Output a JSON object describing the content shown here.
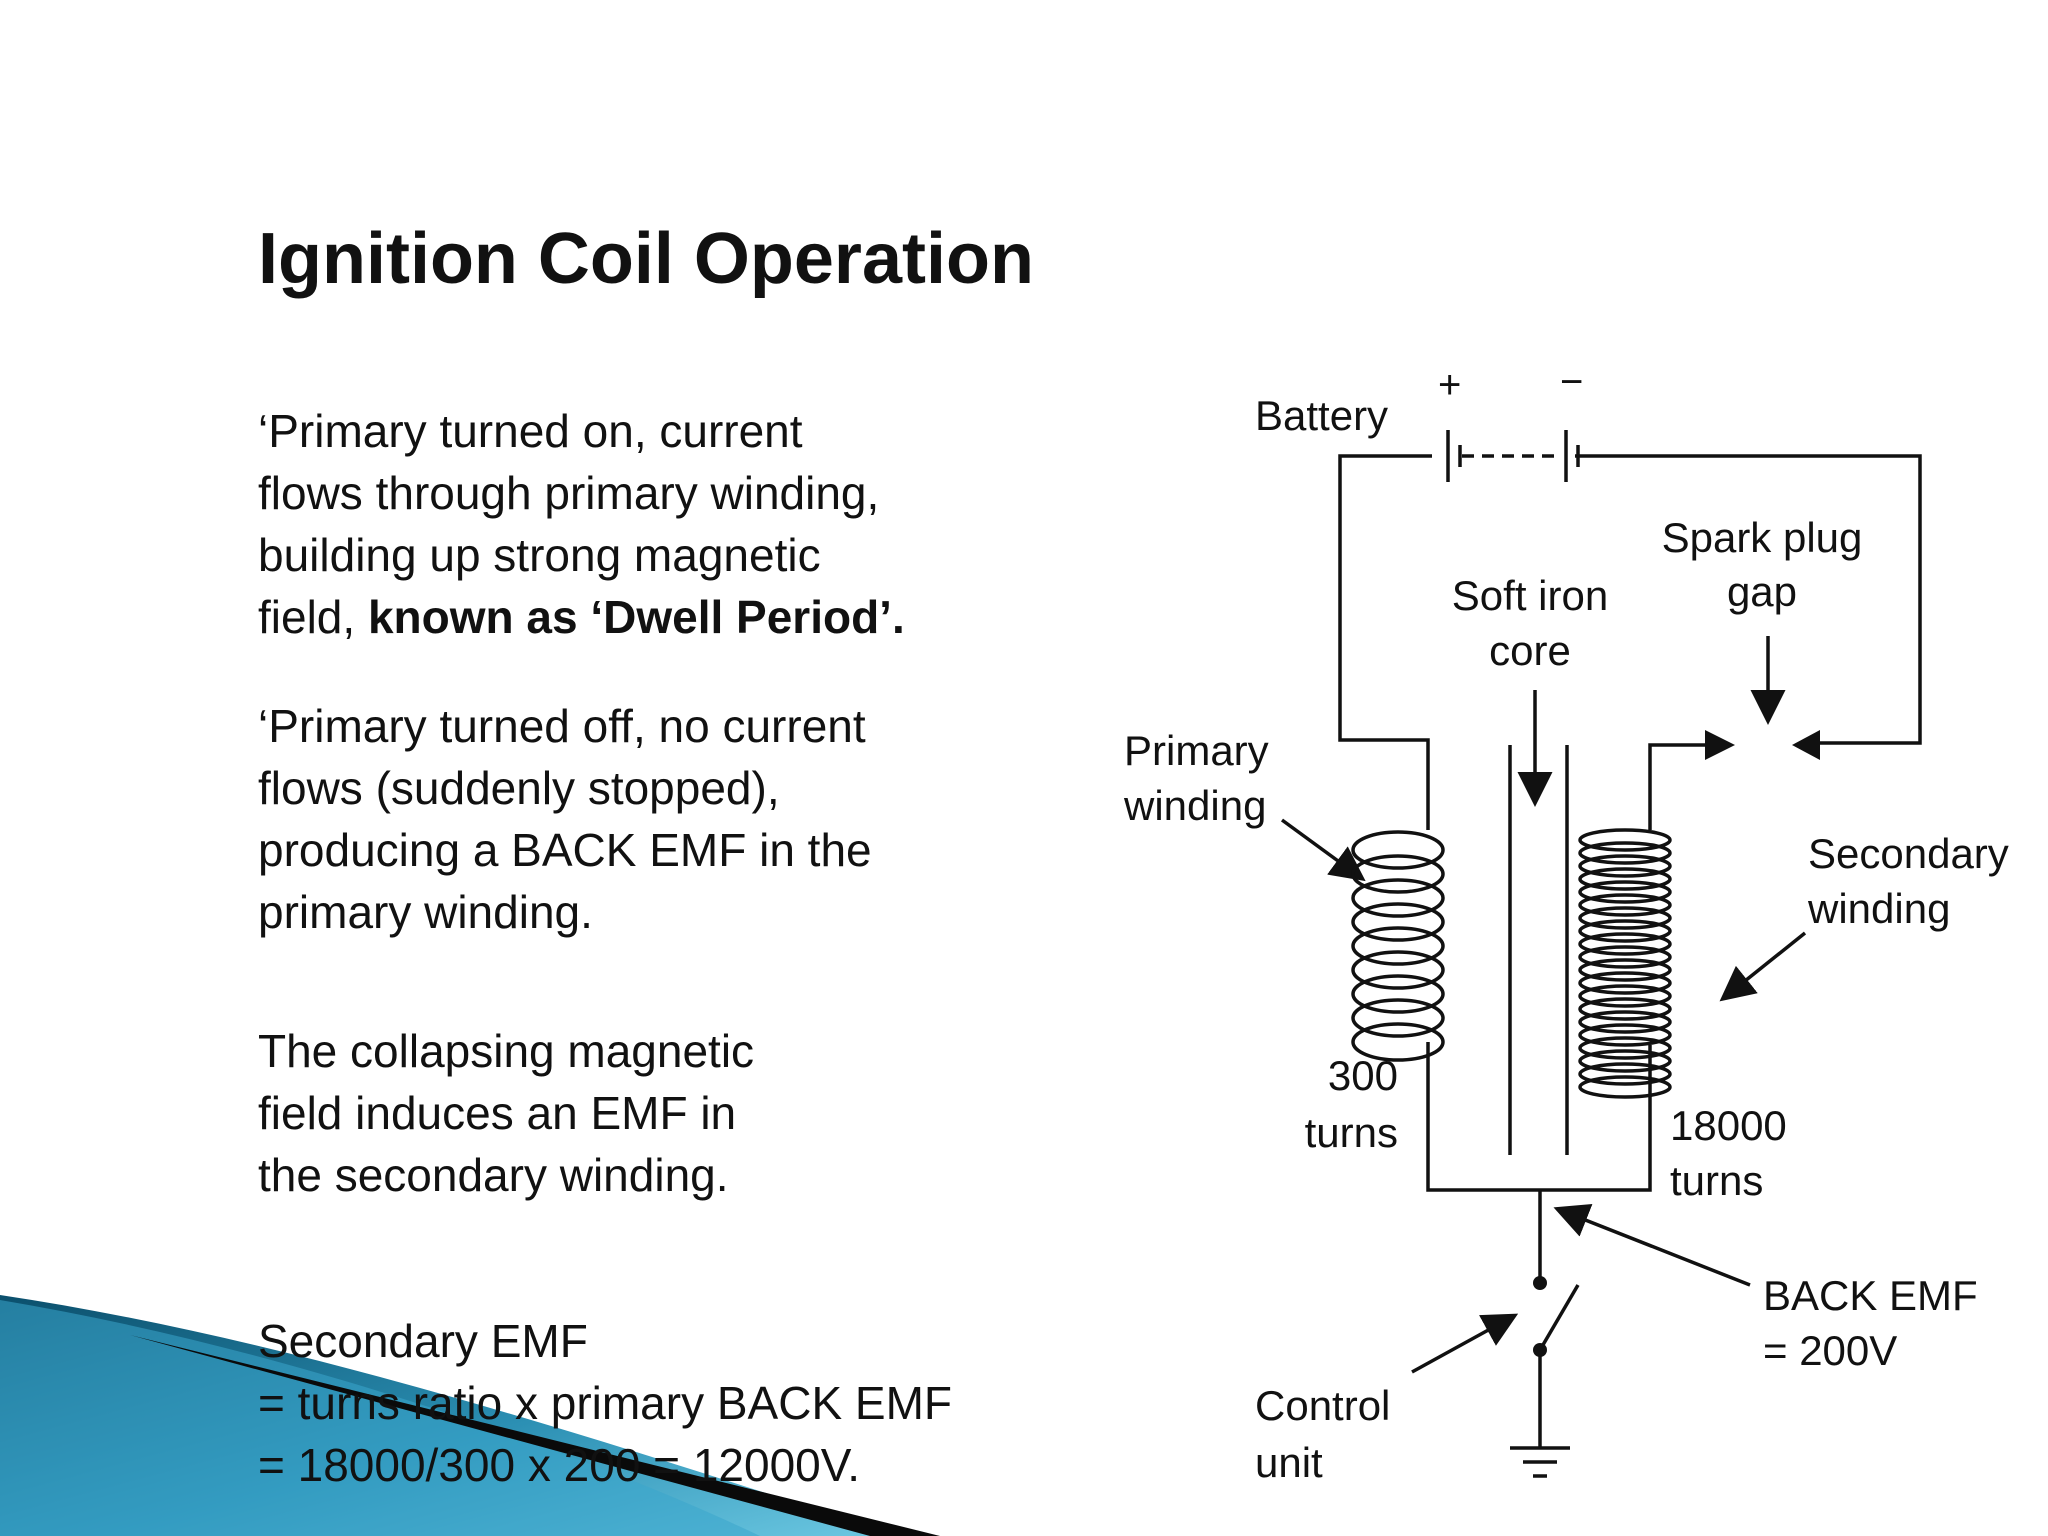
{
  "slide": {
    "title": "Ignition Coil Operation",
    "paragraphs": {
      "p1": {
        "line1": "‘Primary turned on, current",
        "line2": "flows through primary winding,",
        "line3": "building up strong magnetic",
        "line4_plain": "field, ",
        "line4_bold": "known as ‘Dwell Period’."
      },
      "p2": {
        "line1": "‘Primary turned off, no current",
        "line2": "flows (suddenly stopped),",
        "line3": "producing a BACK EMF in the",
        "line4": "primary winding."
      },
      "p3": {
        "line1": "The collapsing magnetic",
        "line2": "field induces an EMF in",
        "line3": "the secondary winding."
      },
      "p4": {
        "line1": "Secondary EMF",
        "line2": "= turns ratio x primary BACK EMF",
        "line3": "= 18000/300 x 200 = 12000V."
      }
    }
  },
  "diagram": {
    "battery": "Battery",
    "plus": "+",
    "minus": "−",
    "spark_plug_line1": "Spark plug",
    "spark_plug_line2": "gap",
    "soft_iron_line1": "Soft iron",
    "soft_iron_line2": "core",
    "primary_line1": "Primary",
    "primary_line2": "winding",
    "secondary_line1": "Secondary",
    "secondary_line2": "winding",
    "primary_turns_line1": "300",
    "primary_turns_line2": "turns",
    "secondary_turns_line1": "18000",
    "secondary_turns_line2": "turns",
    "back_emf_line1": "BACK EMF",
    "back_emf_line2": "= 200V",
    "control_line1": "Control",
    "control_line2": "unit"
  },
  "colors": {
    "swoosh_dark": "#0b4f6c",
    "swoosh_light": "#4fb6d6",
    "text": "#111111"
  }
}
